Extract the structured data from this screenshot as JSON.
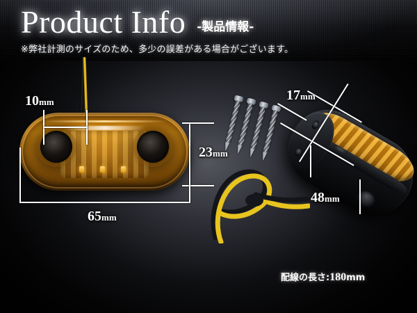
{
  "header": {
    "title": "Product Info",
    "subtitle": "-製品情報-",
    "note": "※弊社計測のサイズのため、多少の誤差がある場合がございます。"
  },
  "dimensions": {
    "hole_width": {
      "value": "10",
      "unit": "mm",
      "label": "10mm"
    },
    "height": {
      "value": "23",
      "unit": "mm",
      "label": "23mm"
    },
    "width": {
      "value": "65",
      "unit": "mm",
      "label": "65mm"
    },
    "depth": {
      "value": "17",
      "unit": "mm",
      "label": "17mm"
    },
    "base_width": {
      "value": "48",
      "unit": "mm",
      "label": "48mm"
    }
  },
  "caption": {
    "text": "配線の長さ:",
    "value": "180",
    "unit": "mm"
  },
  "parts": {
    "lamp_front": "amber-oval-led-marker-lamp",
    "lamp_angled": "lamp-angled-black-base-view",
    "screws_count": 4,
    "wire_loop": "yellow-black-wire-pair"
  },
  "colors": {
    "amber": "#d98f14",
    "lens_dark": "#7d4d06",
    "base_black": "#0b0c0e",
    "wire_yellow": "#ffd92a",
    "wire_black": "#111317",
    "screw_silver": "#c8cdd4",
    "dimension_line": "#ffffff",
    "background": "#3a3c44"
  }
}
